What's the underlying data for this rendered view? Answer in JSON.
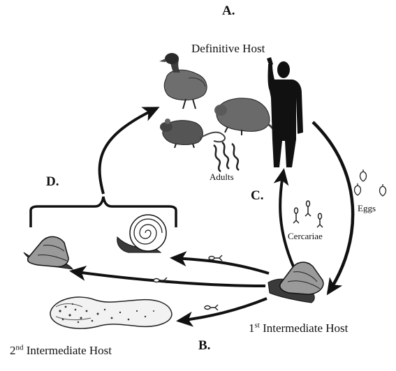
{
  "panels": {
    "a": "A.",
    "b": "B.",
    "c": "C.",
    "d": "D."
  },
  "labels": {
    "definitive_host": "Definitive Host",
    "adults": "Adults",
    "eggs": "Eggs",
    "cercariae": "Cercariae",
    "first_int_num": "1",
    "first_int_sup": "st",
    "first_int_rest": " Intermediate Host",
    "second_int_num": "2",
    "second_int_sup": "nd",
    "second_int_rest": " Intermediate Host"
  },
  "organisms": [
    "duck",
    "muskrat",
    "rat",
    "human",
    "first-intermediate-snail",
    "snail-with-coiled-shell",
    "snail",
    "tadpole"
  ],
  "colors": {
    "ink": "#111111",
    "shell_gray": "#9a9a9a",
    "body_dark": "#3a3a3a"
  }
}
